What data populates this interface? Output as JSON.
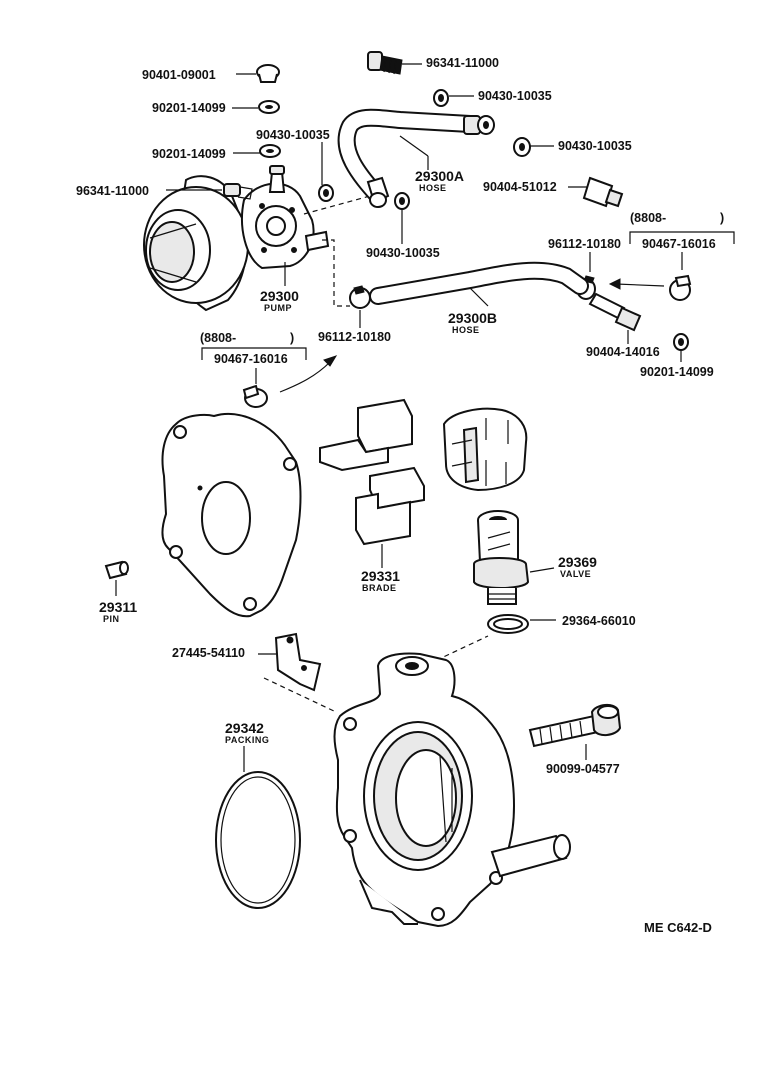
{
  "labels": {
    "p90401_09001": "90401-09001",
    "p96341_11000_top": "96341-11000",
    "p90201_14099_a": "90201-14099",
    "p90430_10035_a": "90430-10035",
    "p90430_10035_b": "90430-10035",
    "p90201_14099_b": "90201-14099",
    "p90430_10035_c": "90430-10035",
    "p96341_11000_left": "96341-11000",
    "p29300A": "29300A",
    "p29300A_name": "HOSE",
    "p90404_51012": "90404-51012",
    "p8808_right": "(8808-",
    "p8808_right_close": ")",
    "p96112_10180_right": "96112-10180",
    "p90467_16016_right": "90467-16016",
    "p90430_10035_d": "90430-10035",
    "p29300": "29300",
    "p29300_name": "PUMP",
    "p29300B": "29300B",
    "p29300B_name": "HOSE",
    "p90404_14016": "90404-14016",
    "p8808_left": "(8808-",
    "p8808_left_close": ")",
    "p96112_10180_left": "96112-10180",
    "p90467_16016_left": "90467-16016",
    "p90201_14099_c": "90201-14099",
    "p29369": "29369",
    "p29369_name": "VALVE",
    "p29331": "29331",
    "p29331_name": "BRADE",
    "p29311": "29311",
    "p29311_name": "PIN",
    "p29364_66010": "29364-66010",
    "p27445_54110": "27445-54110",
    "p29342": "29342",
    "p29342_name": "PACKING",
    "p90099_04577": "90099-04577",
    "reference_code": "ME C642-D"
  }
}
